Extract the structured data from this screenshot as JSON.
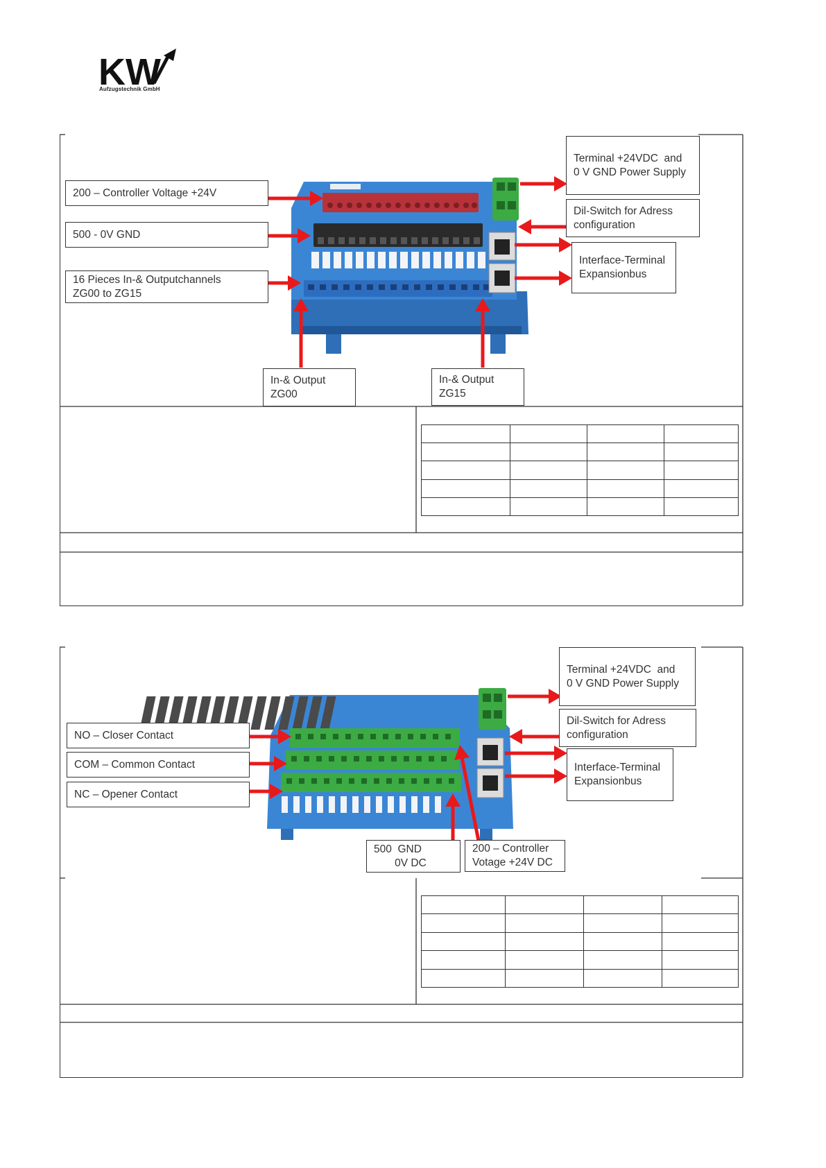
{
  "logo": {
    "wordmark": "KW",
    "company": "Aufzugstechnik GmbH"
  },
  "figure1": {
    "callouts": {
      "controller_voltage": "200 – Controller Voltage +24V",
      "gnd": "500 - 0V GND",
      "channels": "16 Pieces In-& Outputchannels\nZG00 to ZG15",
      "power_supply": "Terminal +24VDC  and\n0 V GND Power Supply",
      "dil_switch": "Dil-Switch for Adress\nconfiguration",
      "interface": "Interface-Terminal\nExpansionbus",
      "zg00": "In-& Output\nZG00",
      "zg15": "In-& Output\nZG15"
    }
  },
  "figure2": {
    "callouts": {
      "power_supply": "Terminal +24VDC  and\n0 V GND Power Supply",
      "dil_switch": "Dil-Switch for Adress\nconfiguration",
      "no": "NO – Closer Contact",
      "com": "COM – Common Contact",
      "nc": "NC – Opener Contact",
      "interface": "Interface-Terminal\nExpansionbus",
      "gnd": "500  GND\n       0V DC",
      "controller": "200 – Controller\nVotage +24V DC"
    }
  },
  "colors": {
    "arrow": "#e8191b",
    "board": "#3b86d4",
    "terminal_red": "#b8323a",
    "terminal_black": "#2a2a2a",
    "terminal_green": "#3cab44"
  }
}
